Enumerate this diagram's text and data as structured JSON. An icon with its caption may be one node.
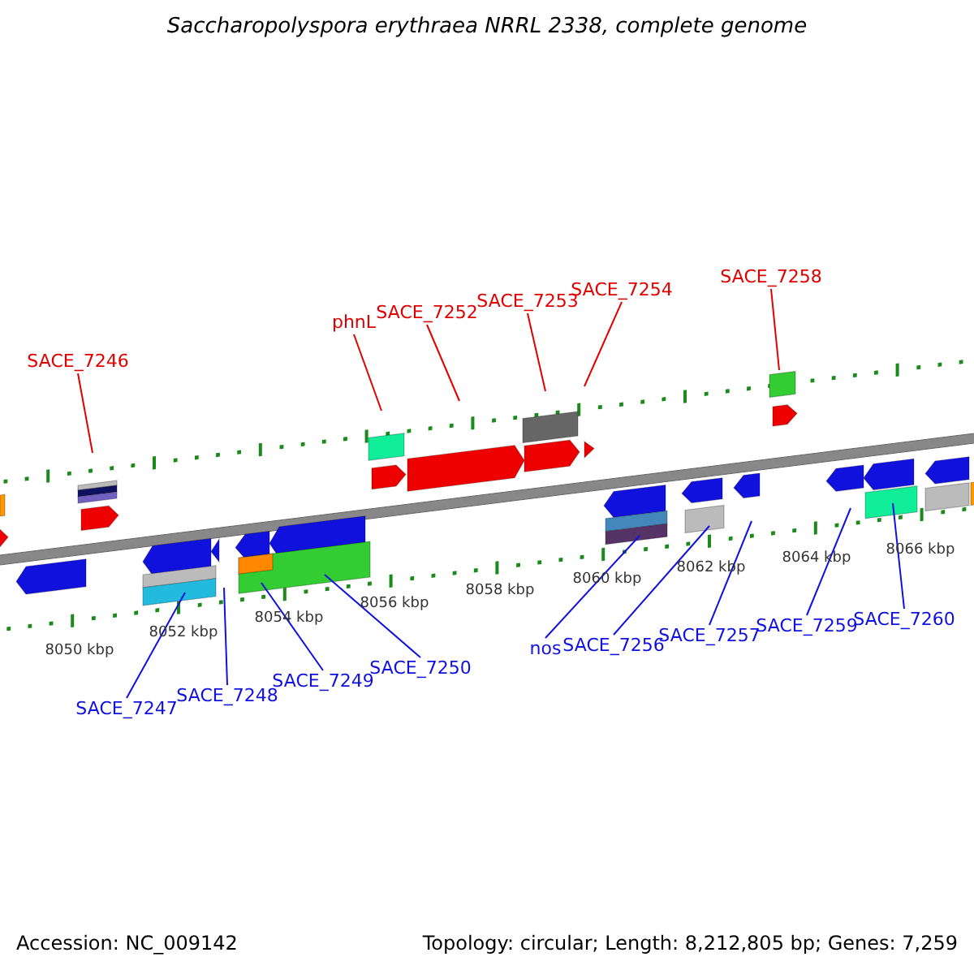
{
  "diagram": {
    "title": "Saccharopolyspora erythraea NRRL 2338, complete genome",
    "nodes": [
      {
        "text": [
          "SACE_7246"
        ]
      },
      {
        "text": [
          "phnL"
        ]
      },
      {
        "text": [
          "SACE_7252"
        ]
      },
      {
        "text": [
          "SACE_7253"
        ]
      },
      {
        "text": [
          "SACE_7254"
        ]
      },
      {
        "text": [
          "SACE_7258"
        ]
      },
      {
        "text": [
          "SACE_7247"
        ]
      },
      {
        "text": [
          "SACE_7248"
        ]
      },
      {
        "text": [
          "SACE_7249"
        ]
      },
      {
        "text": [
          "SACE_7250"
        ]
      },
      {
        "text": [
          "nos"
        ]
      },
      {
        "text": [
          "SACE_7256"
        ]
      },
      {
        "text": [
          "SACE_7257"
        ]
      },
      {
        "text": [
          "SACE_7259"
        ]
      },
      {
        "text": [
          "SACE_7260"
        ]
      }
    ],
    "edges": [
      {
        "from": 0,
        "to": null,
        "arrow": "none",
        "color": "#e00000"
      },
      {
        "from": 1,
        "to": null,
        "arrow": "none",
        "color": "#e00000"
      },
      {
        "from": 2,
        "to": null,
        "arrow": "none",
        "color": "#e00000"
      },
      {
        "from": 3,
        "to": null,
        "arrow": "none",
        "color": "#e00000"
      },
      {
        "from": 4,
        "to": null,
        "arrow": "none",
        "color": "#e00000"
      },
      {
        "from": 5,
        "to": null,
        "arrow": "none",
        "color": "#e00000"
      },
      {
        "from": 6,
        "to": null,
        "arrow": "none"
      },
      {
        "from": 7,
        "to": null,
        "arrow": "none"
      },
      {
        "from": 8,
        "to": null,
        "arrow": "none"
      },
      {
        "from": 9,
        "to": null,
        "arrow": "none"
      },
      {
        "from": 10,
        "to": null,
        "arrow": "none"
      },
      {
        "from": 11,
        "to": null,
        "arrow": "none"
      },
      {
        "from": 12,
        "to": null,
        "arrow": "none"
      },
      {
        "from": 13,
        "to": null,
        "arrow": "none"
      },
      {
        "from": 14,
        "to": null,
        "arrow": "none"
      }
    ],
    "labels": [
      "8050 kbp",
      "8052 kbp",
      "8054 kbp",
      "8056 kbp",
      "8058 kbp",
      "8060 kbp",
      "8062 kbp",
      "8064 kbp",
      "8066 kbp",
      "Accession: NC_009142",
      "Topology: circular; Length: 8,212,805 bp; Genes: 7,259"
    ]
  }
}
